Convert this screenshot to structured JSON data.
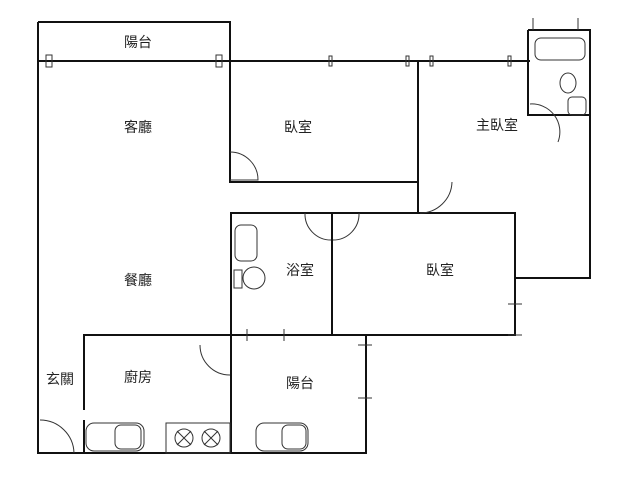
{
  "rooms": {
    "balcony_top": "陽台",
    "living_room": "客廳",
    "bedroom_1": "臥室",
    "master_bedroom": "主臥室",
    "bathroom": "浴室",
    "bedroom_2": "臥室",
    "dining_room": "餐廳",
    "entrance": "玄關",
    "kitchen": "廚房",
    "balcony_bottom": "陽台"
  }
}
